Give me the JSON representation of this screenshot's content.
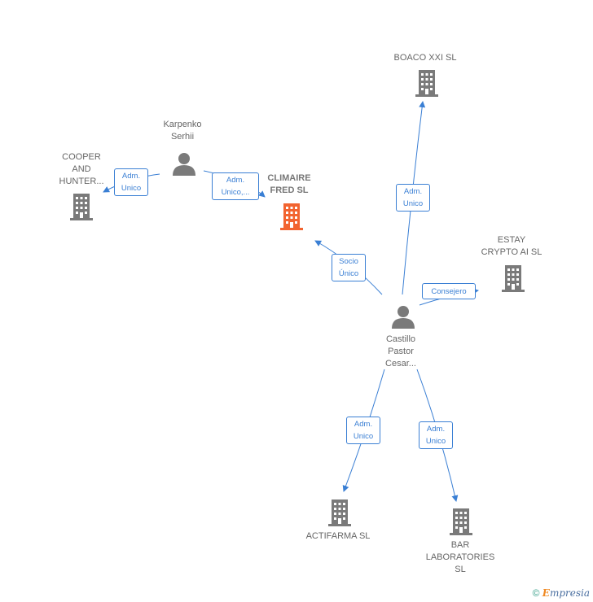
{
  "colors": {
    "edge": "#3a7fd4",
    "building_default": "#7a7a7a",
    "building_focus": "#f26430",
    "person": "#7a7a7a",
    "text": "#666666"
  },
  "nodes": {
    "climaire": {
      "label": "CLIMAIRE\nFRED  SL",
      "icon": "building-icon"
    },
    "boaco": {
      "label": "BOACO XXI SL",
      "icon": "building-icon"
    },
    "karpenko": {
      "label": "Karpenko\nSerhii",
      "icon": "person-icon"
    },
    "cooper": {
      "label": "COOPER\nAND\nHUNTER...",
      "icon": "building-icon"
    },
    "estay": {
      "label": "ESTAY\nCRYPTO AI  SL",
      "icon": "building-icon"
    },
    "castillo": {
      "label": "Castillo\nPastor\nCesar...",
      "icon": "person-icon"
    },
    "actifarma": {
      "label": "ACTIFARMA  SL",
      "icon": "building-icon"
    },
    "bar": {
      "label": "BAR\nLABORATORIES\nSL",
      "icon": "building-icon"
    }
  },
  "edges": {
    "karpenko_cooper": "Adm.\nUnico",
    "karpenko_climaire": "Adm.\nUnico,...",
    "castillo_boaco": "Adm.\nUnico",
    "castillo_climaire": "Socio\nÚnico",
    "castillo_estay": "Consejero",
    "castillo_actifarma": "Adm.\nUnico",
    "castillo_bar": "Adm.\nUnico"
  },
  "footer": {
    "copyright": "©",
    "brand_first": "E",
    "brand_rest": "mpresia"
  }
}
